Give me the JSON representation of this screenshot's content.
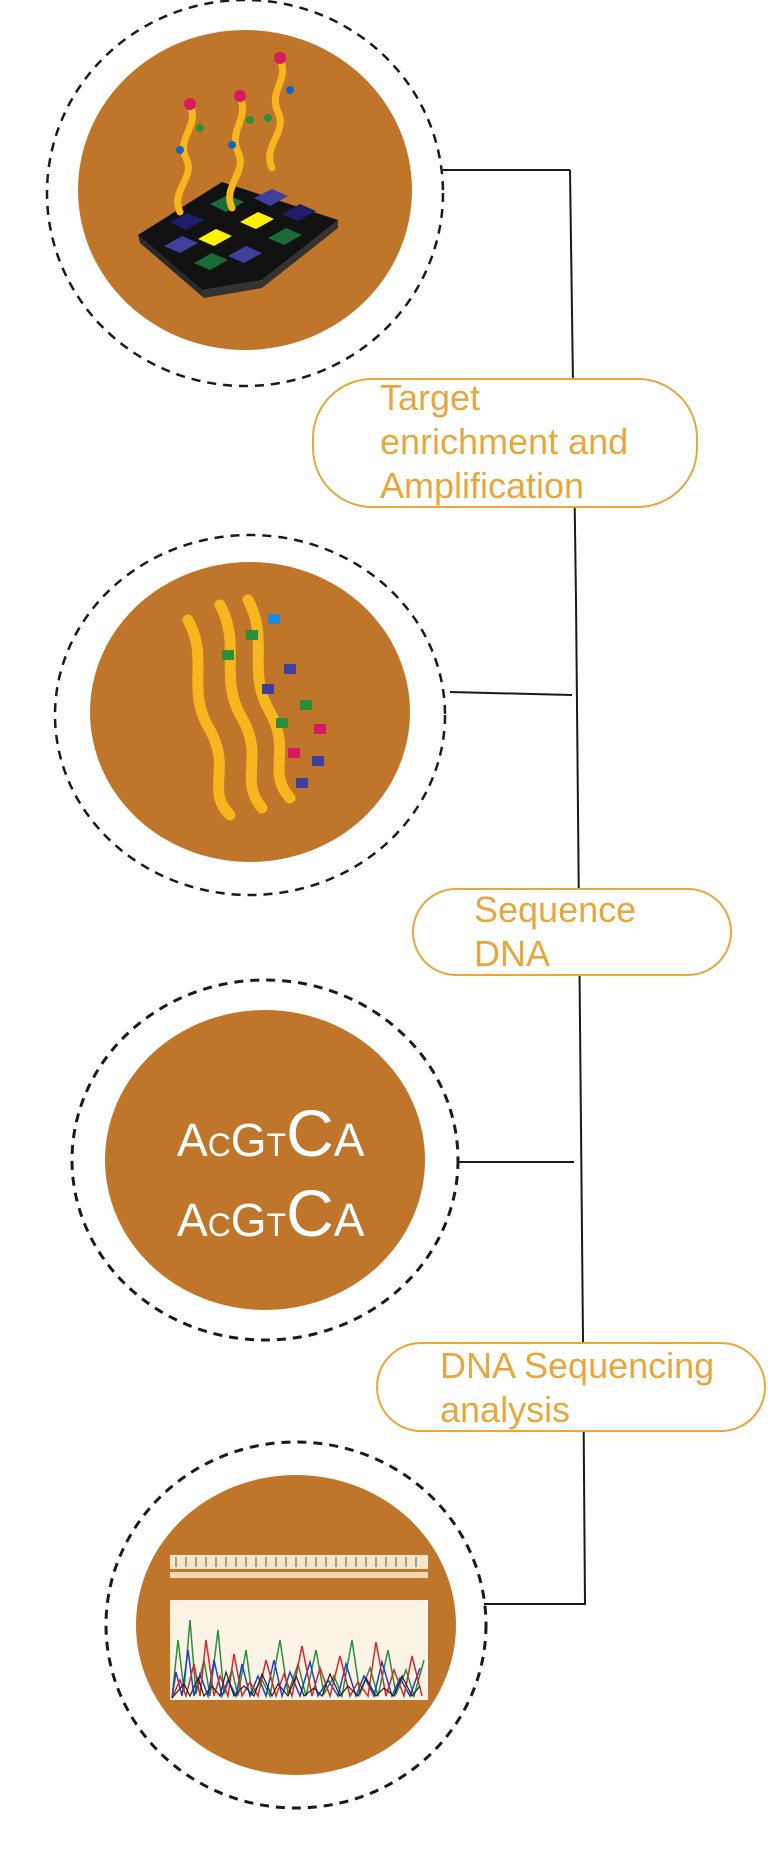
{
  "steps": [
    {
      "label": "Target\nenrichment and\nAmplification",
      "icon": "microarray-chip-icon"
    },
    {
      "label": "Sequence\nDNA",
      "icon": "dna-strands-icon"
    },
    {
      "label": "DNA Sequencing\nanalysis",
      "icon": "sequence-text-icon"
    },
    {
      "icon": "chromatogram-icon"
    }
  ],
  "sequence": {
    "line1": [
      "A",
      "C",
      "G",
      "T",
      "C",
      "A"
    ],
    "line2": [
      "A",
      "C",
      "G",
      "T",
      "C",
      "A"
    ]
  },
  "colors": {
    "circle_fill": "#c0762a",
    "label_accent": "#e8a73c",
    "dashed_ring": "#1a1a1a",
    "connector": "#1a1a1a"
  }
}
